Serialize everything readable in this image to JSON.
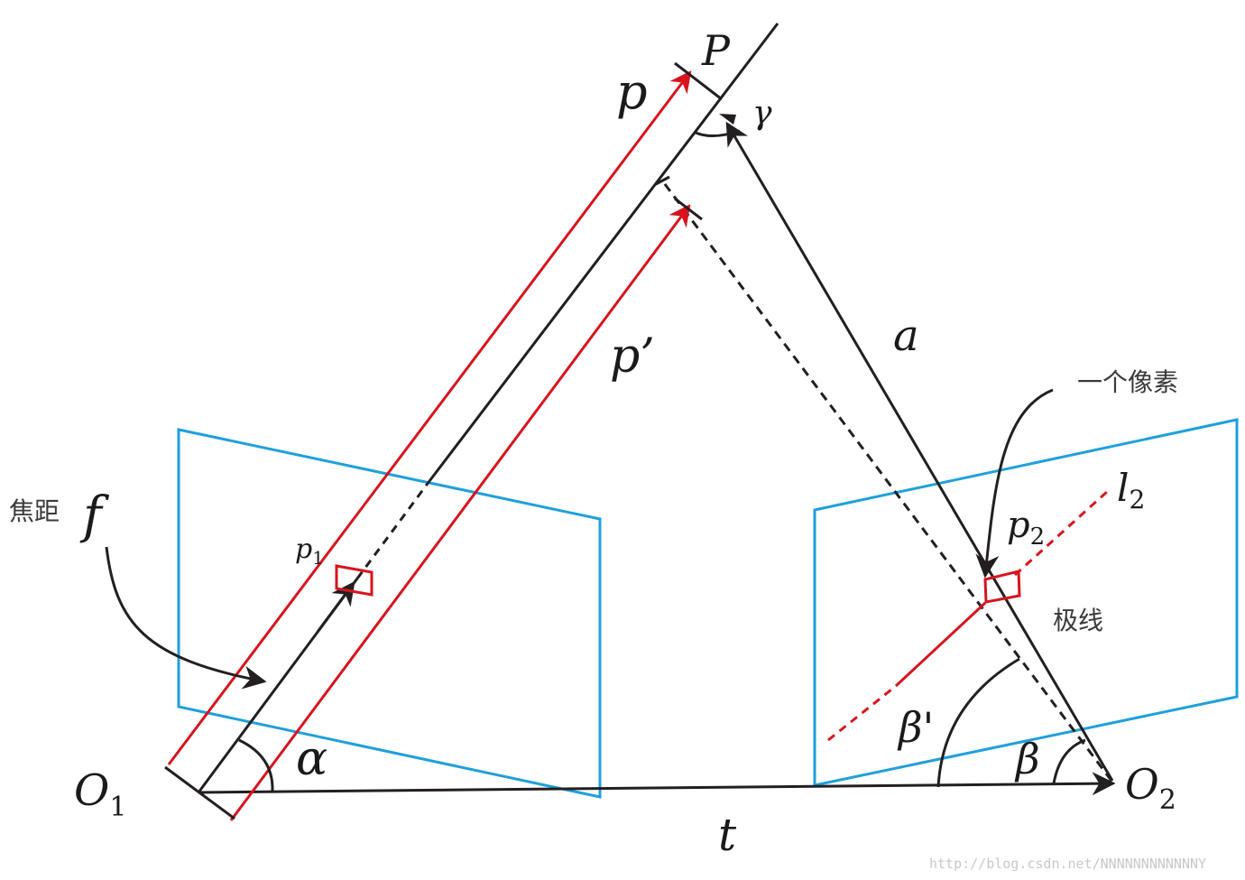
{
  "labels": {
    "point_P": "P",
    "ray_p": "p",
    "ray_p_prime": "p’",
    "angle_gamma": "γ",
    "side_a": "a",
    "pixel_note": "一个像素",
    "epiline_l": "l",
    "epiline_l_sub": "2",
    "point_p2": "p",
    "point_p2_sub": "2",
    "epiline_note": "极线",
    "focal_note": "焦距",
    "focal_f": "f",
    "point_p1": "p",
    "point_p1_sub": "1",
    "angle_alpha": "α",
    "angle_beta_prime": "β'",
    "angle_beta": "β",
    "origin_O1": "O",
    "origin_O1_sub": "1",
    "origin_O2": "O",
    "origin_O2_sub": "2",
    "baseline_t": "t",
    "watermark": "http://blog.csdn.net/NNNNNNNNNNNNY"
  },
  "colors": {
    "line": "#231f20",
    "ray_red": "#d7141e",
    "image_plane": "#1ea0dc",
    "text_gray": "#3a3a3a",
    "watermark": "#c8c8c8"
  }
}
